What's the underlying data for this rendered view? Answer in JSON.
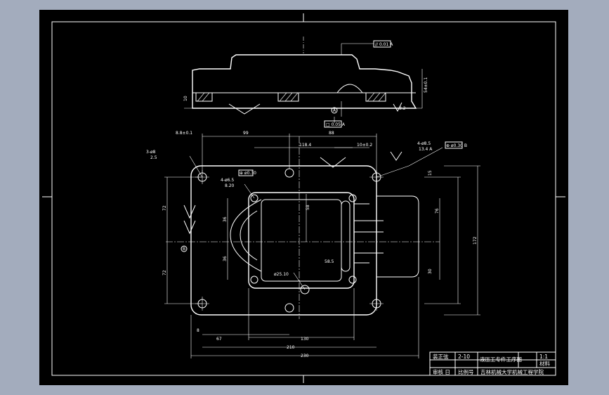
{
  "colors": {
    "background": "#a3acbd",
    "sheet": "#000000",
    "lines": "#ffffff"
  },
  "top_view": {
    "flatness_frame": "// 0.01 A",
    "perp_frame": "□ 0.05 A",
    "height_dim": "54±0.1",
    "left_dim": "10",
    "datum_a": "A",
    "roughness": "3.2"
  },
  "plan_view": {
    "dims": {
      "d_top_left": "8.8±0.1",
      "d_99": "99",
      "d_88": "88",
      "d_118": "118.4",
      "d_10": "10±0.2",
      "d_hole_note_a": "3-ø8",
      "d_hole_note_b": "2.5",
      "d_4_6": "4-ø6.5",
      "d_8_20": "8.20",
      "d_72a": "72",
      "d_72b": "72",
      "d_36a": "36",
      "d_36b": "36",
      "d_58": "58",
      "d_76": "76",
      "d_172": "172",
      "d_15": "15",
      "d_30": "30",
      "d_58_5": "58.5",
      "d_r25": "ø25.10",
      "d_67": "67",
      "d_130": "130",
      "d_210": "210",
      "d_230": "230",
      "d_8": "8",
      "d_r_hole": "4-ø8.5",
      "d_r_hole2": "13.4 A",
      "pos_frame_right": "⊕ ø0.30 B",
      "pos_frame_left": "⊕ ø0.30",
      "datum_b": "B"
    }
  },
  "title_block": {
    "r1c1": "装正弦",
    "r1c2": "2-10",
    "r1c3": "液压工专件工序图",
    "r1c4": "1:1",
    "r2c4": "材料",
    "r3c1": "审核 日",
    "r3c2": "比例号",
    "r3c3": "吉林机械大学机械工程学院"
  }
}
